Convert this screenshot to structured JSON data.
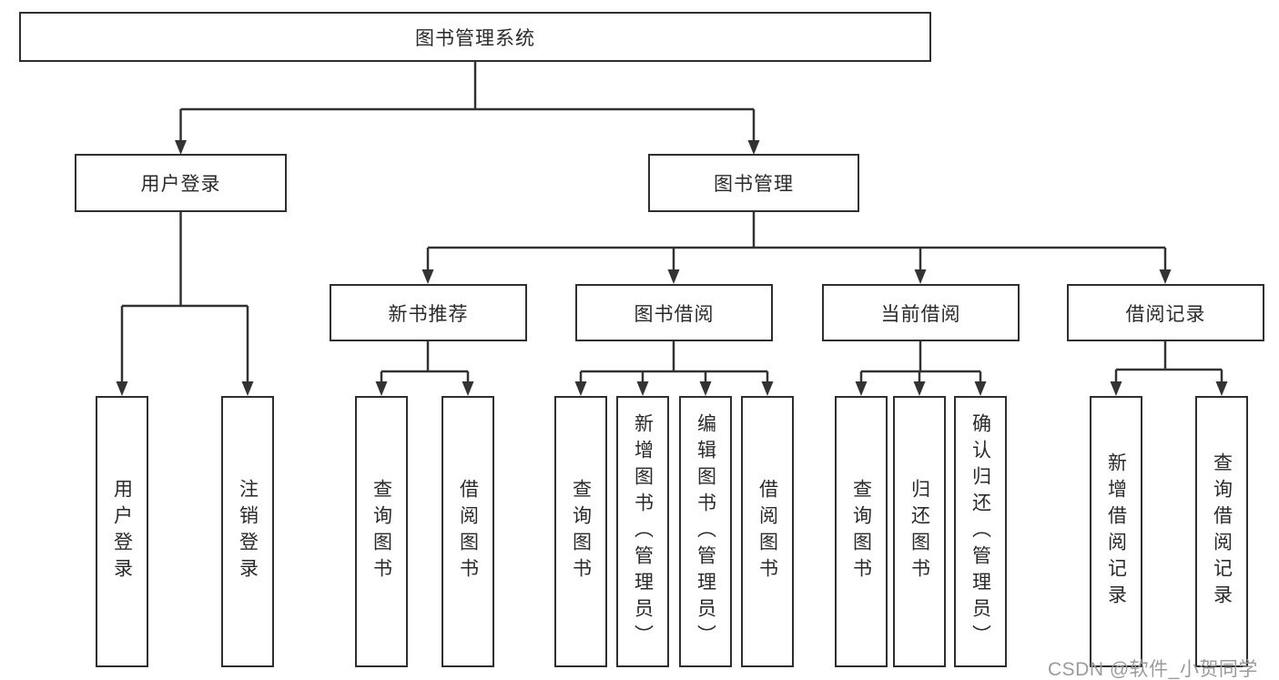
{
  "diagram": {
    "title": "图书管理系统",
    "user_login": {
      "label": "用户登录",
      "children": [
        "用户登录",
        "注销登录"
      ]
    },
    "book_mgmt": {
      "label": "图书管理",
      "sections": [
        {
          "label": "新书推荐",
          "children": [
            "查询图书",
            "借阅图书"
          ]
        },
        {
          "label": "图书借阅",
          "children": [
            "查询图书",
            "新增图书（管理员）",
            "编辑图书（管理员）",
            "借阅图书"
          ]
        },
        {
          "label": "当前借阅",
          "children": [
            "查询图书",
            "归还图书",
            "确认归还（管理员）"
          ]
        },
        {
          "label": "借阅记录",
          "children": [
            "新增借阅记录",
            "查询借阅记录"
          ]
        }
      ]
    }
  },
  "watermark": {
    "text": "CSDN @软件_小贺同学"
  },
  "colors": {
    "line": "#333333",
    "box_border": "#2f2f2f",
    "text": "#2a2a2a",
    "watermark": "#9b9b9b",
    "background": "#ffffff"
  }
}
